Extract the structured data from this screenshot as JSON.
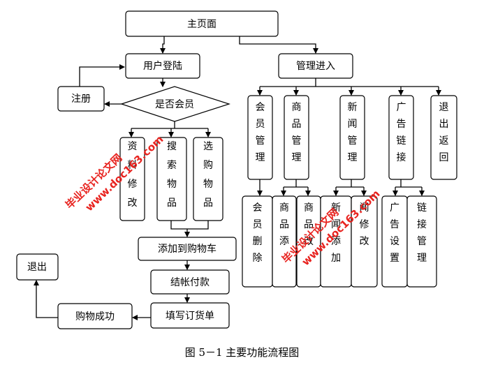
{
  "nodes": {
    "home": "主页面",
    "login": "用户登陆",
    "admin": "管理进入",
    "register": "注册",
    "is_member": "是否会员",
    "profile_edit": "资料修改",
    "search": "搜索物品",
    "select": "选购物品",
    "add_cart": "添加到购物车",
    "checkout": "结帐付款",
    "order_form": "填写订货单",
    "success": "购物成功",
    "exit_left": "退出",
    "member_mgmt": "会员管理",
    "goods_mgmt": "商品管理",
    "news_mgmt": "新闻管理",
    "ad_mgmt": "广告链接",
    "exit_back": "退出返回",
    "member_delete": "会员删除",
    "goods_add": "商品添",
    "goods_edit": "商品改",
    "news_add": "新闻添加",
    "news_edit": "闻修改",
    "ad_settings": "广告设置",
    "link_mgmt": "链接管理"
  },
  "watermark": {
    "site_cn": "毕业设计论文网",
    "url": "www.doc163.com",
    "color": "#e8231f"
  },
  "caption": "图 5－1  主要功能流程图"
}
